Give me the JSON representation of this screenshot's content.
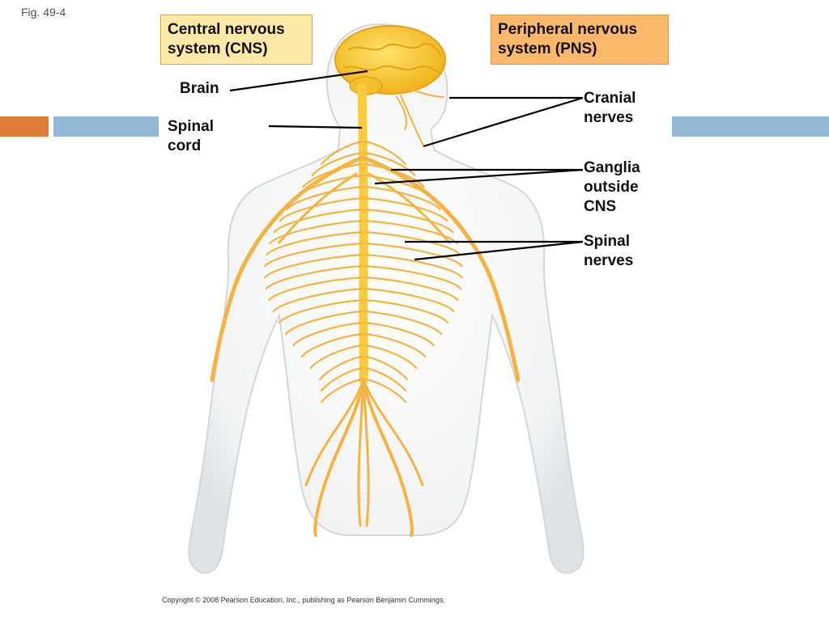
{
  "figure_number": "Fig. 49-4",
  "boxes": {
    "cns": [
      "Central nervous",
      "system (CNS)"
    ],
    "pns": [
      "Peripheral nervous",
      "system (PNS)"
    ]
  },
  "labels": {
    "brain": "Brain",
    "spinal_cord": [
      "Spinal",
      "cord"
    ],
    "cranial_nerves": [
      "Cranial",
      "nerves"
    ],
    "ganglia": [
      "Ganglia",
      "outside",
      "CNS"
    ],
    "spinal_nerves": [
      "Spinal",
      "nerves"
    ]
  },
  "copyright": "Copyright © 2008 Pearson Education, Inc., publishing as Pearson Benjamin Cummings.",
  "colors": {
    "cns_box": "#fde9a6",
    "pns_box": "#fbb86a",
    "nerve": "#f5b342",
    "brain": "#f9c832",
    "body_outline": "#d8dcdf",
    "accent_orange": "#e07b39",
    "accent_blue": "#93b7d6"
  }
}
